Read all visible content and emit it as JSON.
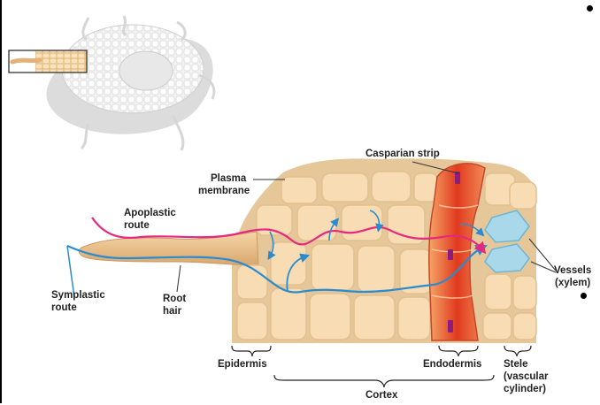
{
  "labels": {
    "casparian_strip": "Casparian strip",
    "plasma_membrane_1": "Plasma",
    "plasma_membrane_2": "membrane",
    "apoplastic_1": "Apoplastic",
    "apoplastic_2": "route",
    "symplastic_1": "Symplastic",
    "symplastic_2": "route",
    "root_hair_1": "Root",
    "root_hair_2": "hair",
    "vessels_1": "Vessels",
    "vessels_2": "(xylem)",
    "epidermis": "Epidermis",
    "endodermis": "Endodermis",
    "stele_1": "Stele",
    "stele_2": "(vascular",
    "stele_3": "cylinder)",
    "cortex": "Cortex"
  },
  "colors": {
    "apoplastic_route": "#e6287f",
    "symplastic_route": "#2a8ccf",
    "cell_fill": "#f7d7aa",
    "cell_wall": "#e3c596",
    "endodermis": "#e2572d",
    "casparian_strip": "#8b1e7d",
    "xylem": "#a8d8ea"
  }
}
